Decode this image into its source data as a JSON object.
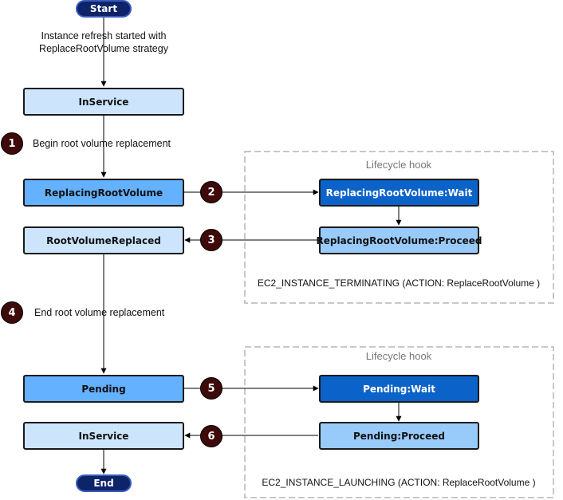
{
  "terminals": {
    "start": "Start",
    "end": "End"
  },
  "start_annotation": [
    "Instance refresh started with",
    "ReplaceRootVolume strategy"
  ],
  "states": {
    "inservice_top": "InService",
    "replacing": "ReplacingRootVolume",
    "replaced": "RootVolumeReplaced",
    "pending": "Pending",
    "inservice_bottom": "InService"
  },
  "steps": {
    "begin": {
      "number": "1",
      "label": "Begin root volume replacement"
    },
    "two": {
      "number": "2"
    },
    "three": {
      "number": "3"
    },
    "end": {
      "number": "4",
      "label": "End root volume replacement"
    },
    "five": {
      "number": "5"
    },
    "six": {
      "number": "6"
    }
  },
  "hook_top": {
    "title": "Lifecycle hook",
    "wait": "ReplacingRootVolume:Wait",
    "proceed": "ReplacingRootVolume:Proceed",
    "event": "EC2_INSTANCE_TERMINATING (ACTION: ReplaceRootVolume )"
  },
  "hook_bottom": {
    "title": "Lifecycle hook",
    "wait": "Pending:Wait",
    "proceed": "Pending:Proceed",
    "event": "EC2_INSTANCE_LAUNCHING (ACTION: ReplaceRootVolume )"
  },
  "colors": {
    "terminal": "#0d2469",
    "state_light": "#cce5fc",
    "state_mid": "#64b1ff",
    "wait_dark": "#0b63c9",
    "proceed": "#99cbfa",
    "badge": "#3e0a0a",
    "hook_border": "#c8c8c8"
  }
}
